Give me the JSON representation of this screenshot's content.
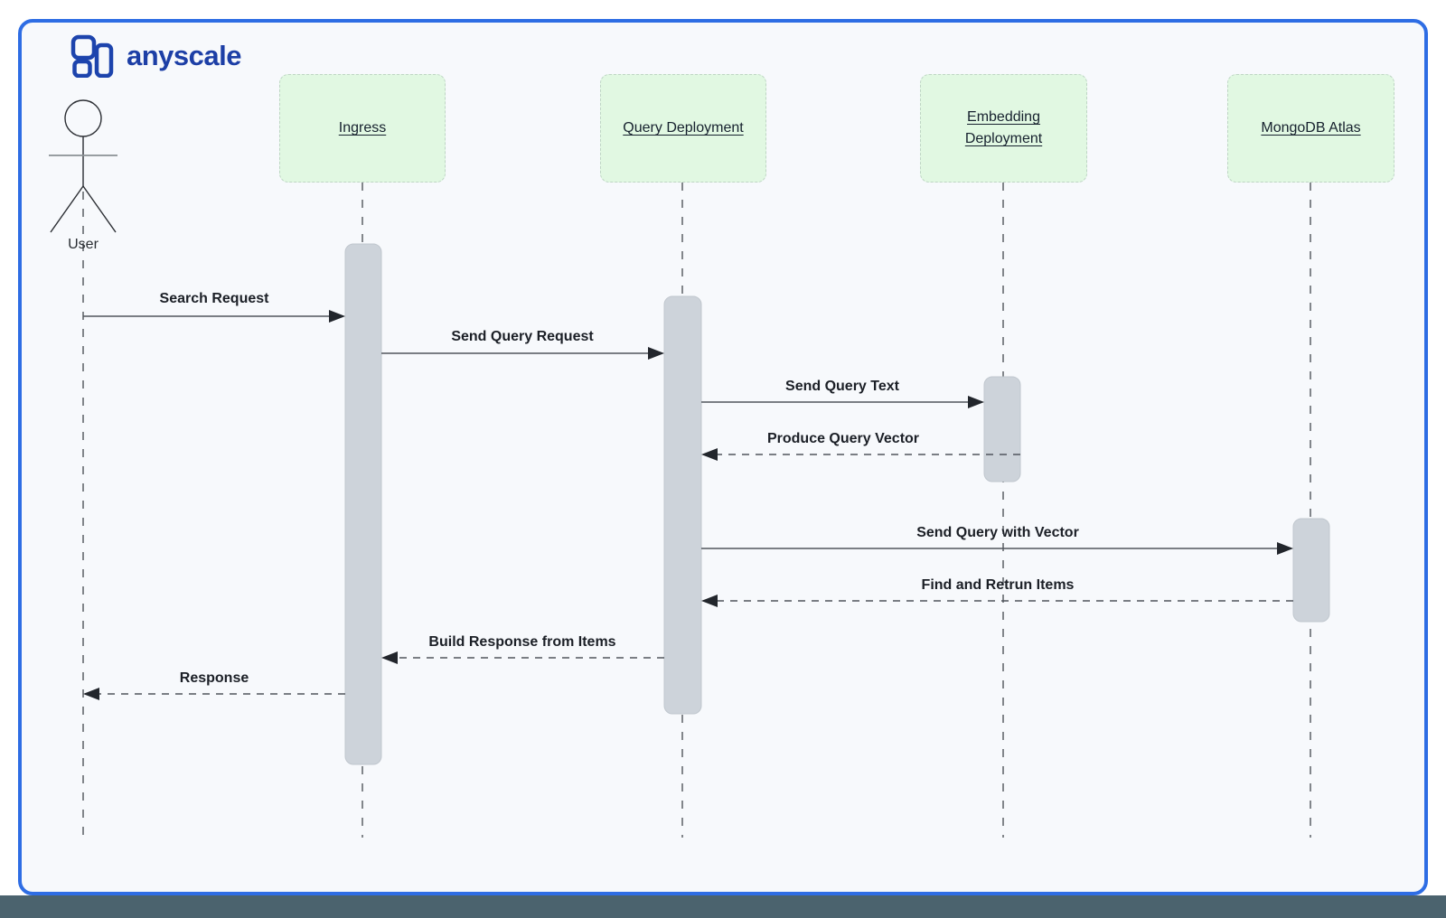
{
  "brand": {
    "name": "anyscale"
  },
  "diagram": {
    "type": "sequence",
    "actor": {
      "label": "User"
    },
    "participants": [
      {
        "label": "Ingress"
      },
      {
        "label": "Query Deployment"
      },
      {
        "label": "Embedding Deployment"
      },
      {
        "label": "MongoDB Atlas"
      }
    ],
    "messages": [
      {
        "label": "Search Request",
        "from": "User",
        "to": "Ingress",
        "line": "solid"
      },
      {
        "label": "Send Query Request",
        "from": "Ingress",
        "to": "Query Deployment",
        "line": "solid"
      },
      {
        "label": "Send Query Text",
        "from": "Query Deployment",
        "to": "Embedding Deployment",
        "line": "solid"
      },
      {
        "label": "Produce Query Vector",
        "from": "Embedding Deployment",
        "to": "Query Deployment",
        "line": "dashed"
      },
      {
        "label": "Send Query with Vector",
        "from": "Query Deployment",
        "to": "MongoDB Atlas",
        "line": "solid"
      },
      {
        "label": "Find and Retrun Items",
        "from": "MongoDB Atlas",
        "to": "Query Deployment",
        "line": "dashed"
      },
      {
        "label": "Build Response from Items",
        "from": "Query Deployment",
        "to": "Ingress",
        "line": "dashed"
      },
      {
        "label": "Response",
        "from": "Ingress",
        "to": "User",
        "line": "dashed"
      }
    ]
  },
  "colors": {
    "frame_border": "#2e6de4",
    "canvas_bg": "#f7f9fc",
    "participant_fill": "#e1f8e2",
    "activation_fill": "#cdd3da",
    "brand_blue": "#1d3fa6",
    "bottom_band": "#4b636e"
  }
}
